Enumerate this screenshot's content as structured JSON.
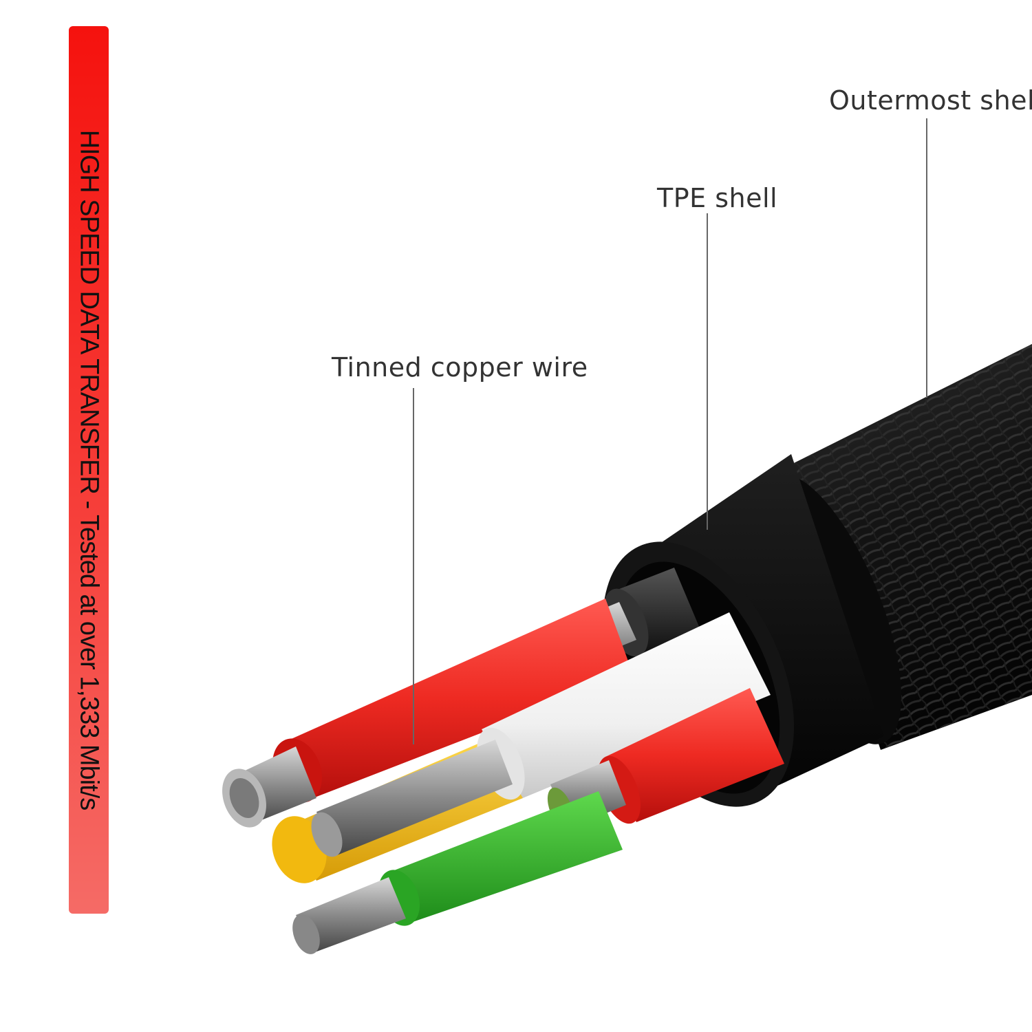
{
  "banner": {
    "text": "HIGH SPEED DATA TRANSFER - Tested  at over 1,333 Mbit/s",
    "color": "#f5120e"
  },
  "labels": {
    "outer_shell": "Outermost shell",
    "tpe_shell": "TPE shell",
    "copper_wire": "Tinned copper wire"
  },
  "colors": {
    "braid": "#1a1a1a",
    "tpe": "#0c0c0c",
    "red": "#e8201c",
    "white": "#f2f2f2",
    "yellow": "#f2c21a",
    "green": "#2fb52a",
    "black_wire": "#2a2a2a",
    "copper": "#9a9a9a",
    "leader": "#666666"
  }
}
